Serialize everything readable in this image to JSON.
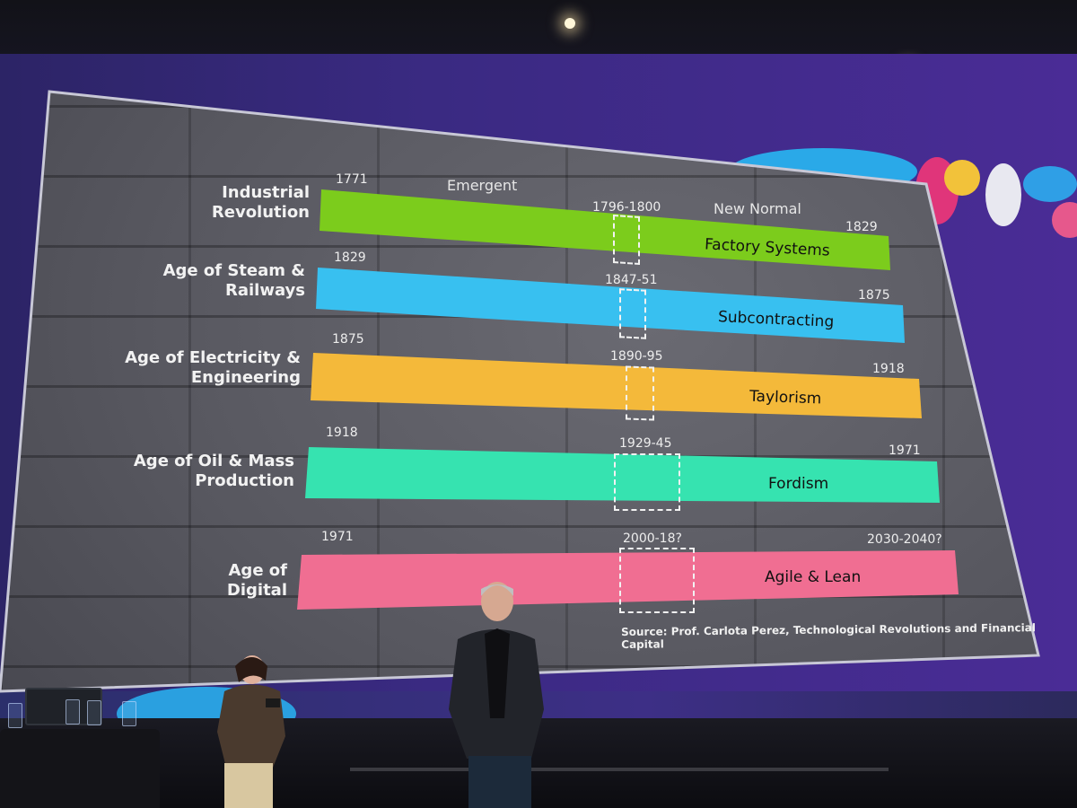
{
  "slide": {
    "rows": [
      {
        "label_line1": "Industrial",
        "label_line2": "Revolution",
        "start_year": "1771",
        "end_year": "1829",
        "turning_point": "1796-1800",
        "bar_label": "Factory Systems",
        "color": "#7ccc1c"
      },
      {
        "label_line1": "Age of Steam &",
        "label_line2": "Railways",
        "start_year": "1829",
        "end_year": "1875",
        "turning_point": "1847-51",
        "bar_label": "Subcontracting",
        "color": "#38c0f0"
      },
      {
        "label_line1": "Age of Electricity &",
        "label_line2": "Engineering",
        "start_year": "1875",
        "end_year": "1918",
        "turning_point": "1890-95",
        "bar_label": "Taylorism",
        "color": "#f4b93a"
      },
      {
        "label_line1": "Age of Oil & Mass",
        "label_line2": "Production",
        "start_year": "1918",
        "end_year": "1971",
        "turning_point": "1929-45",
        "bar_label": "Fordism",
        "color": "#36e3b0"
      },
      {
        "label_line1": "Age of",
        "label_line2": "Digital",
        "start_year": "1971",
        "end_year": "2030-2040?",
        "turning_point": "2000-18?",
        "bar_label": "Agile & Lean",
        "color": "#f06e92"
      }
    ],
    "phase_left": "Emergent",
    "phase_right": "New Normal",
    "source": "Source: Prof. Carlota Perez, Technological Revolutions and Financial Capital"
  }
}
